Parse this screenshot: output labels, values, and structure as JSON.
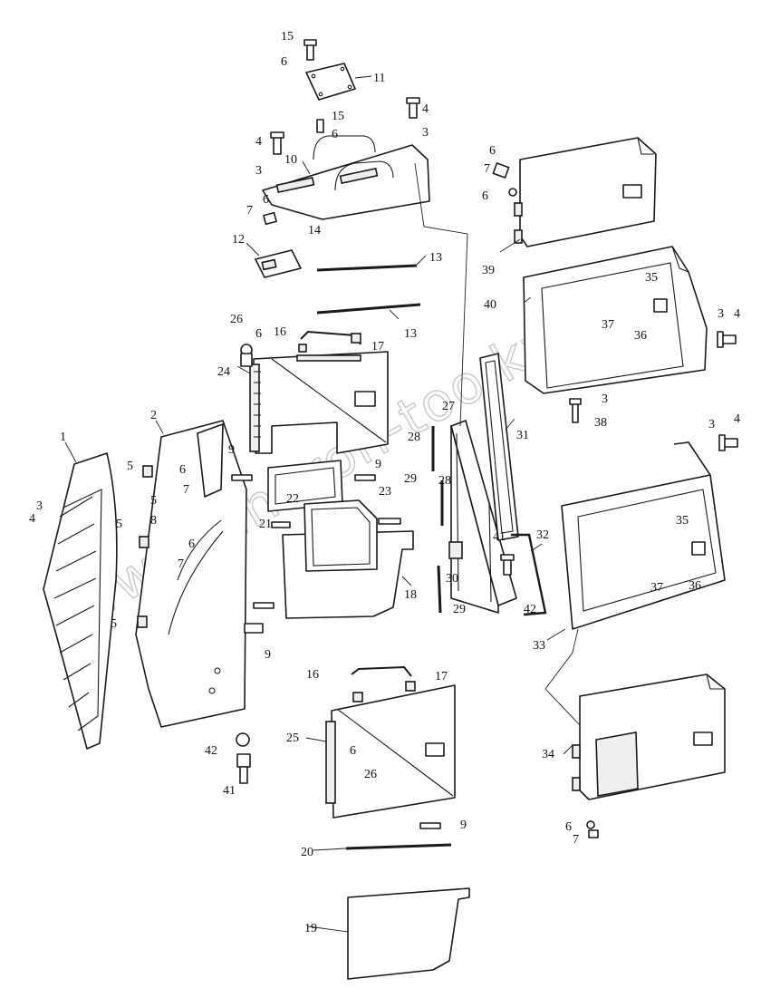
{
  "watermark": "www.sinhron-too.kz",
  "callouts": [
    {
      "n": "1"
    },
    {
      "n": "2"
    },
    {
      "n": "3"
    },
    {
      "n": "3"
    },
    {
      "n": "3"
    },
    {
      "n": "3"
    },
    {
      "n": "3"
    },
    {
      "n": "3"
    },
    {
      "n": "4"
    },
    {
      "n": "4"
    },
    {
      "n": "4"
    },
    {
      "n": "4"
    },
    {
      "n": "4"
    },
    {
      "n": "5"
    },
    {
      "n": "5"
    },
    {
      "n": "5"
    },
    {
      "n": "5"
    },
    {
      "n": "6"
    },
    {
      "n": "6"
    },
    {
      "n": "6"
    },
    {
      "n": "6"
    },
    {
      "n": "6"
    },
    {
      "n": "6"
    },
    {
      "n": "6"
    },
    {
      "n": "6"
    },
    {
      "n": "6"
    },
    {
      "n": "6"
    },
    {
      "n": "7"
    },
    {
      "n": "7"
    },
    {
      "n": "7"
    },
    {
      "n": "7"
    },
    {
      "n": "7"
    },
    {
      "n": "8"
    },
    {
      "n": "9"
    },
    {
      "n": "9"
    },
    {
      "n": "9"
    },
    {
      "n": "9"
    },
    {
      "n": "10"
    },
    {
      "n": "11"
    },
    {
      "n": "12"
    },
    {
      "n": "13"
    },
    {
      "n": "13"
    },
    {
      "n": "14"
    },
    {
      "n": "15"
    },
    {
      "n": "15"
    },
    {
      "n": "16"
    },
    {
      "n": "16"
    },
    {
      "n": "17"
    },
    {
      "n": "17"
    },
    {
      "n": "18"
    },
    {
      "n": "19"
    },
    {
      "n": "20"
    },
    {
      "n": "21"
    },
    {
      "n": "22"
    },
    {
      "n": "23"
    },
    {
      "n": "24"
    },
    {
      "n": "25"
    },
    {
      "n": "26"
    },
    {
      "n": "26"
    },
    {
      "n": "27"
    },
    {
      "n": "28"
    },
    {
      "n": "28"
    },
    {
      "n": "29"
    },
    {
      "n": "29"
    },
    {
      "n": "30"
    },
    {
      "n": "31"
    },
    {
      "n": "32"
    },
    {
      "n": "33"
    },
    {
      "n": "34"
    },
    {
      "n": "35"
    },
    {
      "n": "35"
    },
    {
      "n": "36"
    },
    {
      "n": "36"
    },
    {
      "n": "37"
    },
    {
      "n": "37"
    },
    {
      "n": "38"
    },
    {
      "n": "39"
    },
    {
      "n": "40"
    },
    {
      "n": "41"
    },
    {
      "n": "41"
    },
    {
      "n": "42"
    },
    {
      "n": "42"
    }
  ]
}
